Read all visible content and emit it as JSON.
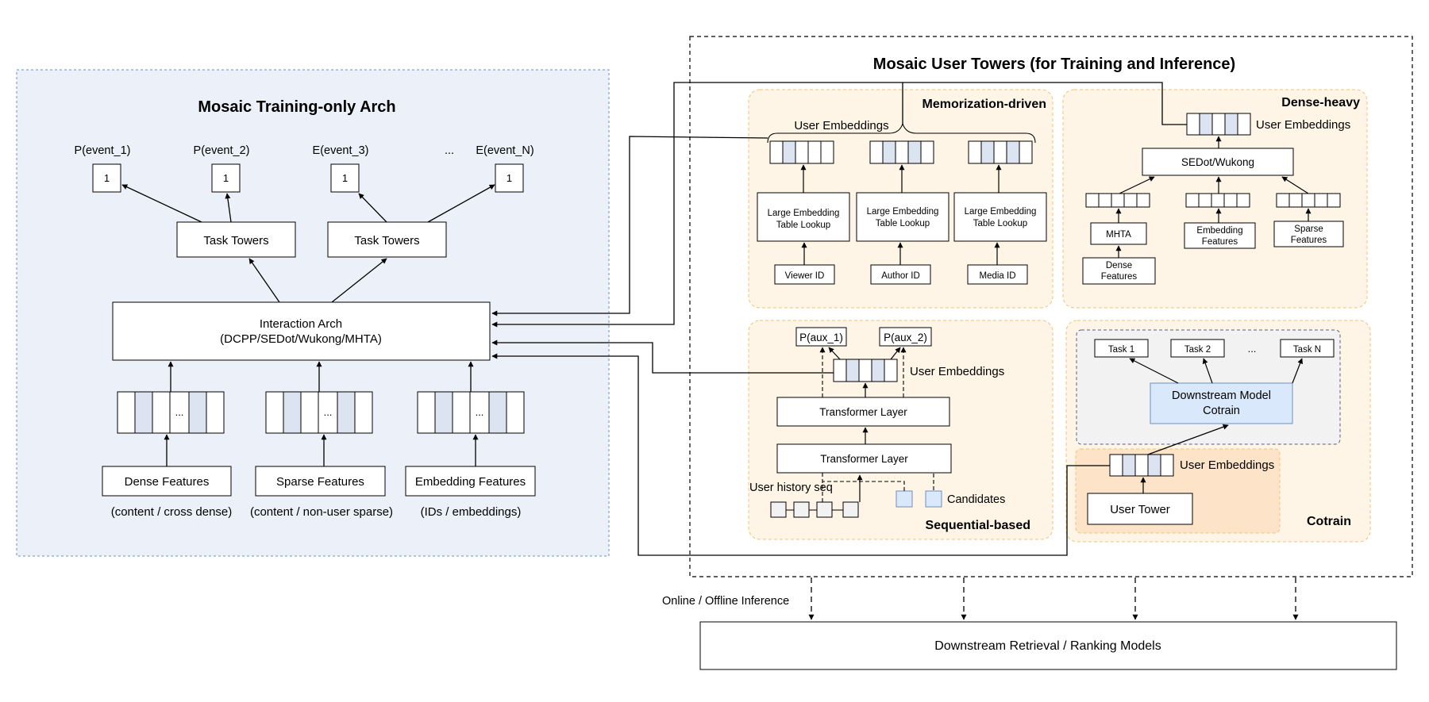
{
  "training_arch": {
    "title": "Mosaic Training-only Arch",
    "outputs": [
      {
        "label": "P(event_1)",
        "value": "1"
      },
      {
        "label": "P(event_2)",
        "value": "1"
      },
      {
        "label": "E(event_3)",
        "value": "1"
      },
      {
        "label": "E(event_N)",
        "value": "1"
      }
    ],
    "outputs_ellipsis": "...",
    "task_towers": [
      "Task Towers",
      "Task Towers"
    ],
    "interaction_line1": "Interaction Arch",
    "interaction_line2": "(DCPP/SEDot/Wukong/MHTA)",
    "vector_ellipsis": "...",
    "inputs": [
      {
        "label": "Dense Features",
        "caption": "(content / cross dense)"
      },
      {
        "label": "Sparse Features",
        "caption": "(content / non-user sparse)"
      },
      {
        "label": "Embedding Features",
        "caption": "(IDs / embeddings)"
      }
    ]
  },
  "user_towers": {
    "title": "Mosaic User Towers (for Training and Inference)",
    "memorization": {
      "title": "Memorization-driven",
      "embeddings_label": "User Embeddings",
      "lookup_line1": "Large Embedding",
      "lookup_line2": "Table Lookup",
      "ids": [
        "Viewer ID",
        "Author ID",
        "Media ID"
      ]
    },
    "dense_heavy": {
      "title": "Dense-heavy",
      "embeddings_label": "User Embeddings",
      "sedot": "SEDot/Wukong",
      "mhta": "MHTA",
      "dense_line1": "Dense",
      "dense_line2": "Features",
      "embfeat_line1": "Embedding",
      "embfeat_line2": "Features",
      "sparse_line1": "Sparse",
      "sparse_line2": "Features"
    },
    "sequential": {
      "title": "Sequential-based",
      "aux": [
        "P(aux_1)",
        "P(aux_2)"
      ],
      "embeddings_label": "User Embeddings",
      "transformer": [
        "Transformer Layer",
        "Transformer Layer"
      ],
      "history": "User history seq",
      "candidates": "Candidates"
    },
    "cotrain": {
      "title": "Cotrain",
      "tasks": [
        "Task 1",
        "Task 2",
        "Task N"
      ],
      "tasks_ellipsis": "...",
      "downstream_line1": "Downstream Model",
      "downstream_line2": "Cotrain",
      "embeddings_label": "User Embeddings",
      "user_tower": "User Tower"
    }
  },
  "inference_label": "Online / Offline Inference",
  "downstream_models": "Downstream Retrieval / Ranking Models",
  "colors": {
    "training_bg": "#ecf1f9",
    "training_border": "#6c8ebf",
    "panel_bg": "#fff5e6",
    "panel_border": "#f0c27a",
    "user_tower_bg": "#fde3c8",
    "cotrain_inner_bg": "#f2f2f2",
    "downstream_model_bg": "#dae8fc",
    "cell_fill": "#dbe4f0"
  }
}
